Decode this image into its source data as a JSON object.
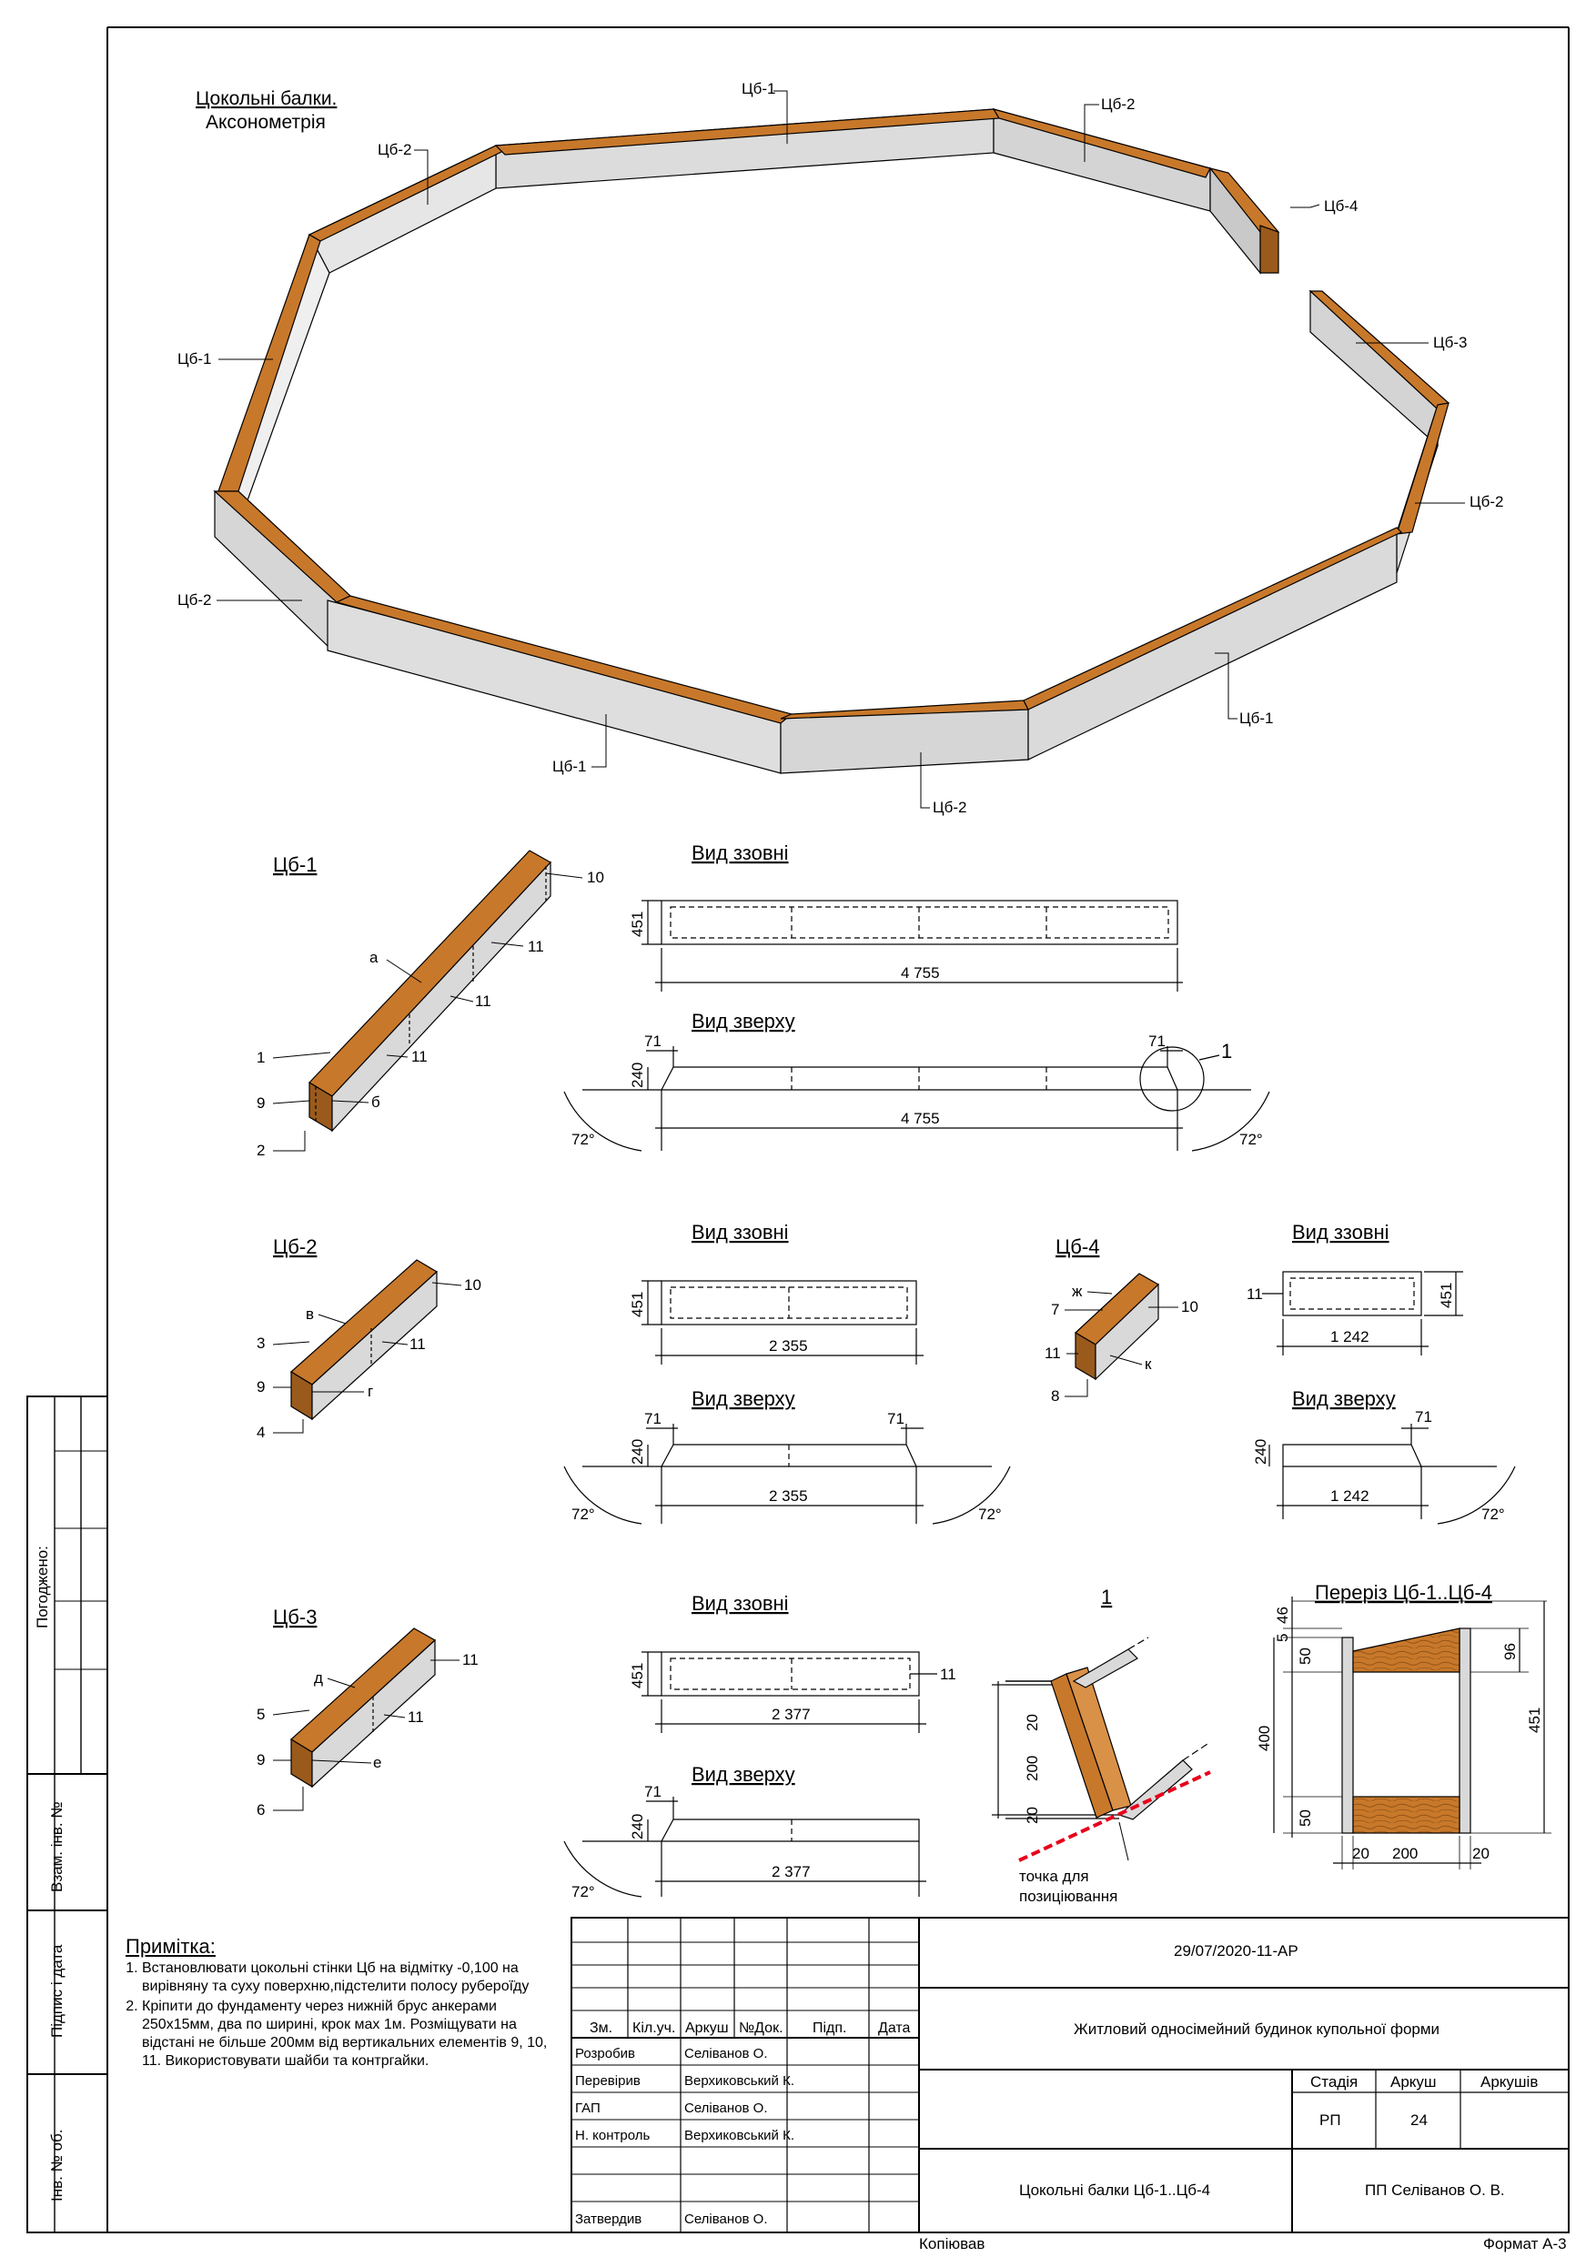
{
  "plan": {
    "title": "Цокольні балки.",
    "subtitle": "Аксонометрія",
    "labels": [
      "Цб-1",
      "Цб-2",
      "Цб-4",
      "Цб-2",
      "Цб-3",
      "Цб-1",
      "Цб-2",
      "Цб-2",
      "Цб-1",
      "Цб-1",
      "Цб-2"
    ]
  },
  "beam1": {
    "name": "Цб-1",
    "view_front": "Вид ззовні",
    "view_top": "Вид зверху",
    "height": "451",
    "length": "4 755",
    "width": "240",
    "offset": "71",
    "angle": "72°",
    "detail_ref": "1",
    "callouts": [
      "10",
      "а",
      "11",
      "11",
      "1",
      "11",
      "9",
      "б",
      "2"
    ]
  },
  "beam2": {
    "name": "Цб-2",
    "view_front": "Вид ззовні",
    "view_top": "Вид зверху",
    "height": "451",
    "length": "2 355",
    "width": "240",
    "offset": "71",
    "angle": "72°",
    "callouts": [
      "10",
      "в",
      "3",
      "11",
      "9",
      "г",
      "4"
    ]
  },
  "beam3": {
    "name": "Цб-3",
    "view_front": "Вид ззовні",
    "view_top": "Вид зверху",
    "height": "451",
    "length": "2 377",
    "width": "240",
    "offset": "71",
    "angle": "72°",
    "callouts": [
      "11",
      "д",
      "5",
      "11",
      "9",
      "е",
      "6",
      "11"
    ]
  },
  "beam4": {
    "name": "Цб-4",
    "view_front": "Вид ззовні",
    "view_top": "Вид зверху",
    "height": "451",
    "length": "1 242",
    "width": "240",
    "offset": "71",
    "angle": "72°",
    "callouts": [
      "ж",
      "7",
      "10",
      "11",
      "к",
      "8",
      "11"
    ]
  },
  "detail": {
    "ref": "1",
    "dims": [
      "20",
      "200",
      "20"
    ],
    "note": "точка для позиціювання"
  },
  "section": {
    "title": "Переріз Цб-1..Цб-4",
    "dims": {
      "top_gap": "46",
      "skew": "96",
      "a": "5",
      "b": "50",
      "core": "400",
      "c": "50",
      "total": "451",
      "w1": "20",
      "w2": "200",
      "w3": "20"
    }
  },
  "side_stamp": {
    "agreed": "Погоджено:",
    "inv_replace": "Взам. інв. №",
    "sign_date": "Підпис і дата",
    "inv_orig": "Інв. № об."
  },
  "notes": {
    "title": "Примітка:",
    "items": [
      "Встановлювати цокольні стінки Цб на відмітку -0,100 на вирівняну та суху поверхню,підстелити полосу руберої̈ду",
      "Кріпити до фундаменту через нижній брус анкерами 250х15мм, два по ширині, крок мах 1м. Розміщувати на відстані не більше 200мм від вертикальних елементів 9, 10, 11. Використовувати шайби та контргайки."
    ]
  },
  "title_block": {
    "doc_code": "29/07/2020-11-АР",
    "project": "Житловий односімейний будинок купольної форми",
    "sheet_title": "Цокольні балки Цб-1..Цб-4",
    "org": "ПП Селіванов О. В.",
    "headers": [
      "Зм.",
      "Кіл.уч.",
      "Аркуш",
      "№Док.",
      "Підп.",
      "Дата"
    ],
    "stage_head": "Стадія",
    "sheet_head": "Аркуш",
    "sheets_head": "Аркушів",
    "stage": "РП",
    "sheet_no": "24",
    "sheets_total": "",
    "roles": [
      {
        "role": "Розробив",
        "name": "Селіванов О."
      },
      {
        "role": "Перевірив",
        "name": "Верхиковський К."
      },
      {
        "role": "ГАП",
        "name": "Селіванов О."
      },
      {
        "role": "Н. контроль",
        "name": "Верхиковський К."
      },
      {
        "role": "",
        "name": ""
      },
      {
        "role": "Затвердив",
        "name": "Селіванов О."
      }
    ],
    "copied": "Копіював",
    "format": "Формат А-3"
  },
  "colors": {
    "wood": "#c8782a",
    "concrete": "#d9d9d9",
    "concrete_dark": "#bdbdbd",
    "line": "#000000",
    "marker": "#e8001c"
  }
}
